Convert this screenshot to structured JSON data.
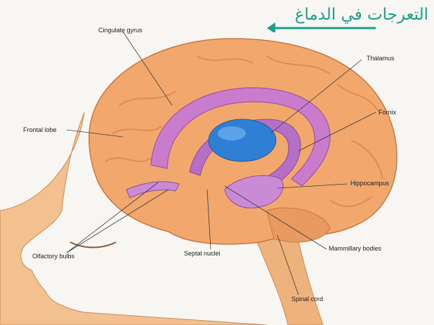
{
  "title": {
    "arabic_text": "التعرجات في الدماغ",
    "color": "#1a9f8a"
  },
  "labels": {
    "cingulate_gyrus": "Cingulate gyrus",
    "thalamus": "Thalamus",
    "frontal_lobe": "Frontal lobe",
    "fornix": "Fornix",
    "hippocampus": "Hippocampus",
    "olfactory_bulbs": "Olfactory bulbs",
    "septal_nuclei": "Septal nuclei",
    "mammillary_bodies": "Mammillary bodies",
    "spinal_cord": "Spinal cord"
  },
  "colors": {
    "skin": "#f0bd8c",
    "brain": "#f1a56a",
    "limbic": "#c77ad1",
    "thalamus": "#2f7fd4",
    "leader_lines": "#3a3a3a"
  }
}
